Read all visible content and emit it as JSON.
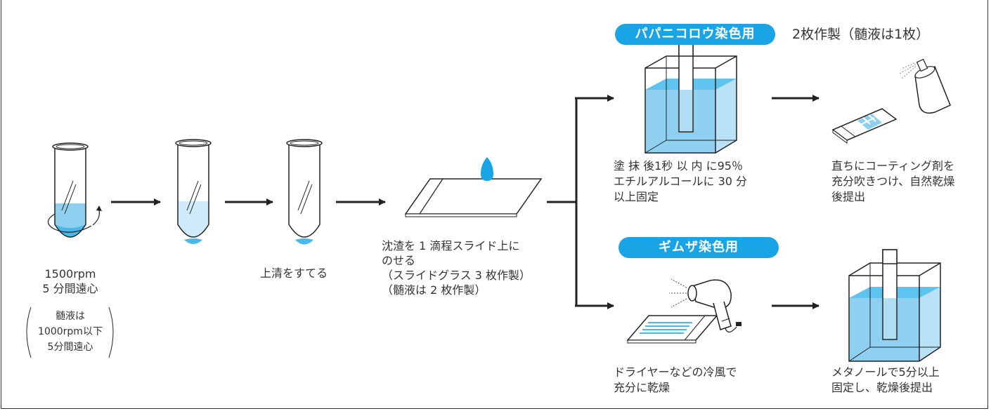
{
  "step1": {
    "label1": "1500rpm",
    "label2": "5 分間遠心"
  },
  "note": {
    "line1": "髄液は",
    "line2": "1000rpm以下",
    "line3": "5分間遠心"
  },
  "step3": {
    "label": "上清をすてる"
  },
  "step4": {
    "line1": "沈渣を 1 滴程スライド上に",
    "line2": "のせる",
    "line3": "（スライドグラス 3 枚作製）",
    "line4": "（髄液は 2 枚作製）"
  },
  "papanicolaou": {
    "badge": "パパニコロウ染色用",
    "note": "2枚作製（髄液は1枚）",
    "fix_text": "塗 抹 後1秒 以 内 に95％\nエチルアルコールに 30 分\n以上固定",
    "coat_text": "直ちにコーティング剤を\n充分吹きつけ、自然乾燥\n後提出"
  },
  "giemsa": {
    "badge": "ギムザ染色用",
    "dry_text": "ドライヤーなどの冷風で\n充分に乾燥",
    "fix_text": "メタノールで5分以上\n固定し、乾燥後提出"
  },
  "colors": {
    "liquid": "#8fd0f0",
    "liquid_dark": "#4cb8ea",
    "accent": "#19a4e6",
    "line": "#222222"
  }
}
